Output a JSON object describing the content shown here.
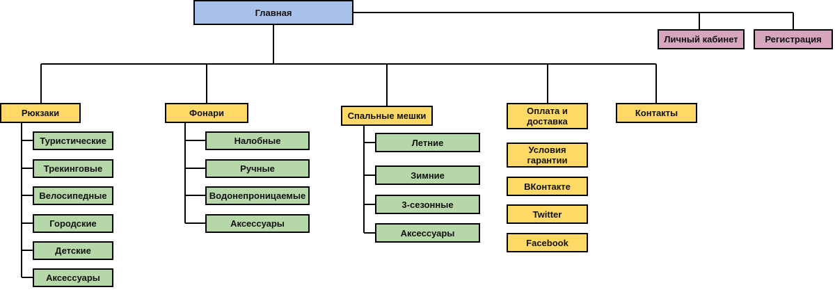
{
  "root": {
    "label": "Главная"
  },
  "account": [
    {
      "label": "Личный кабинет"
    },
    {
      "label": "Регистрация"
    }
  ],
  "categories": [
    {
      "label": "Рюкзаки",
      "children": [
        "Туристические",
        "Трекинговые",
        "Велосипедные",
        "Городские",
        "Детские",
        "Аксессуары"
      ]
    },
    {
      "label": "Фонари",
      "children": [
        "Налобные",
        "Ручные",
        "Водонепроницаемые",
        "Аксессуары"
      ]
    },
    {
      "label": "Спальные мешки",
      "children": [
        "Летние",
        "Зимние",
        "3-сезонные",
        "Аксессуары"
      ]
    },
    {
      "label": "Оплата и доставка",
      "children": [
        "Условия гарантии",
        "ВКонтакте",
        "Twitter",
        "Facebook"
      ]
    },
    {
      "label": "Контакты",
      "children": []
    }
  ],
  "colors": {
    "root": "#a7c1e8",
    "account": "#d5a6bd",
    "category": "#ffd966",
    "subcategory": "#b6d7a8"
  }
}
